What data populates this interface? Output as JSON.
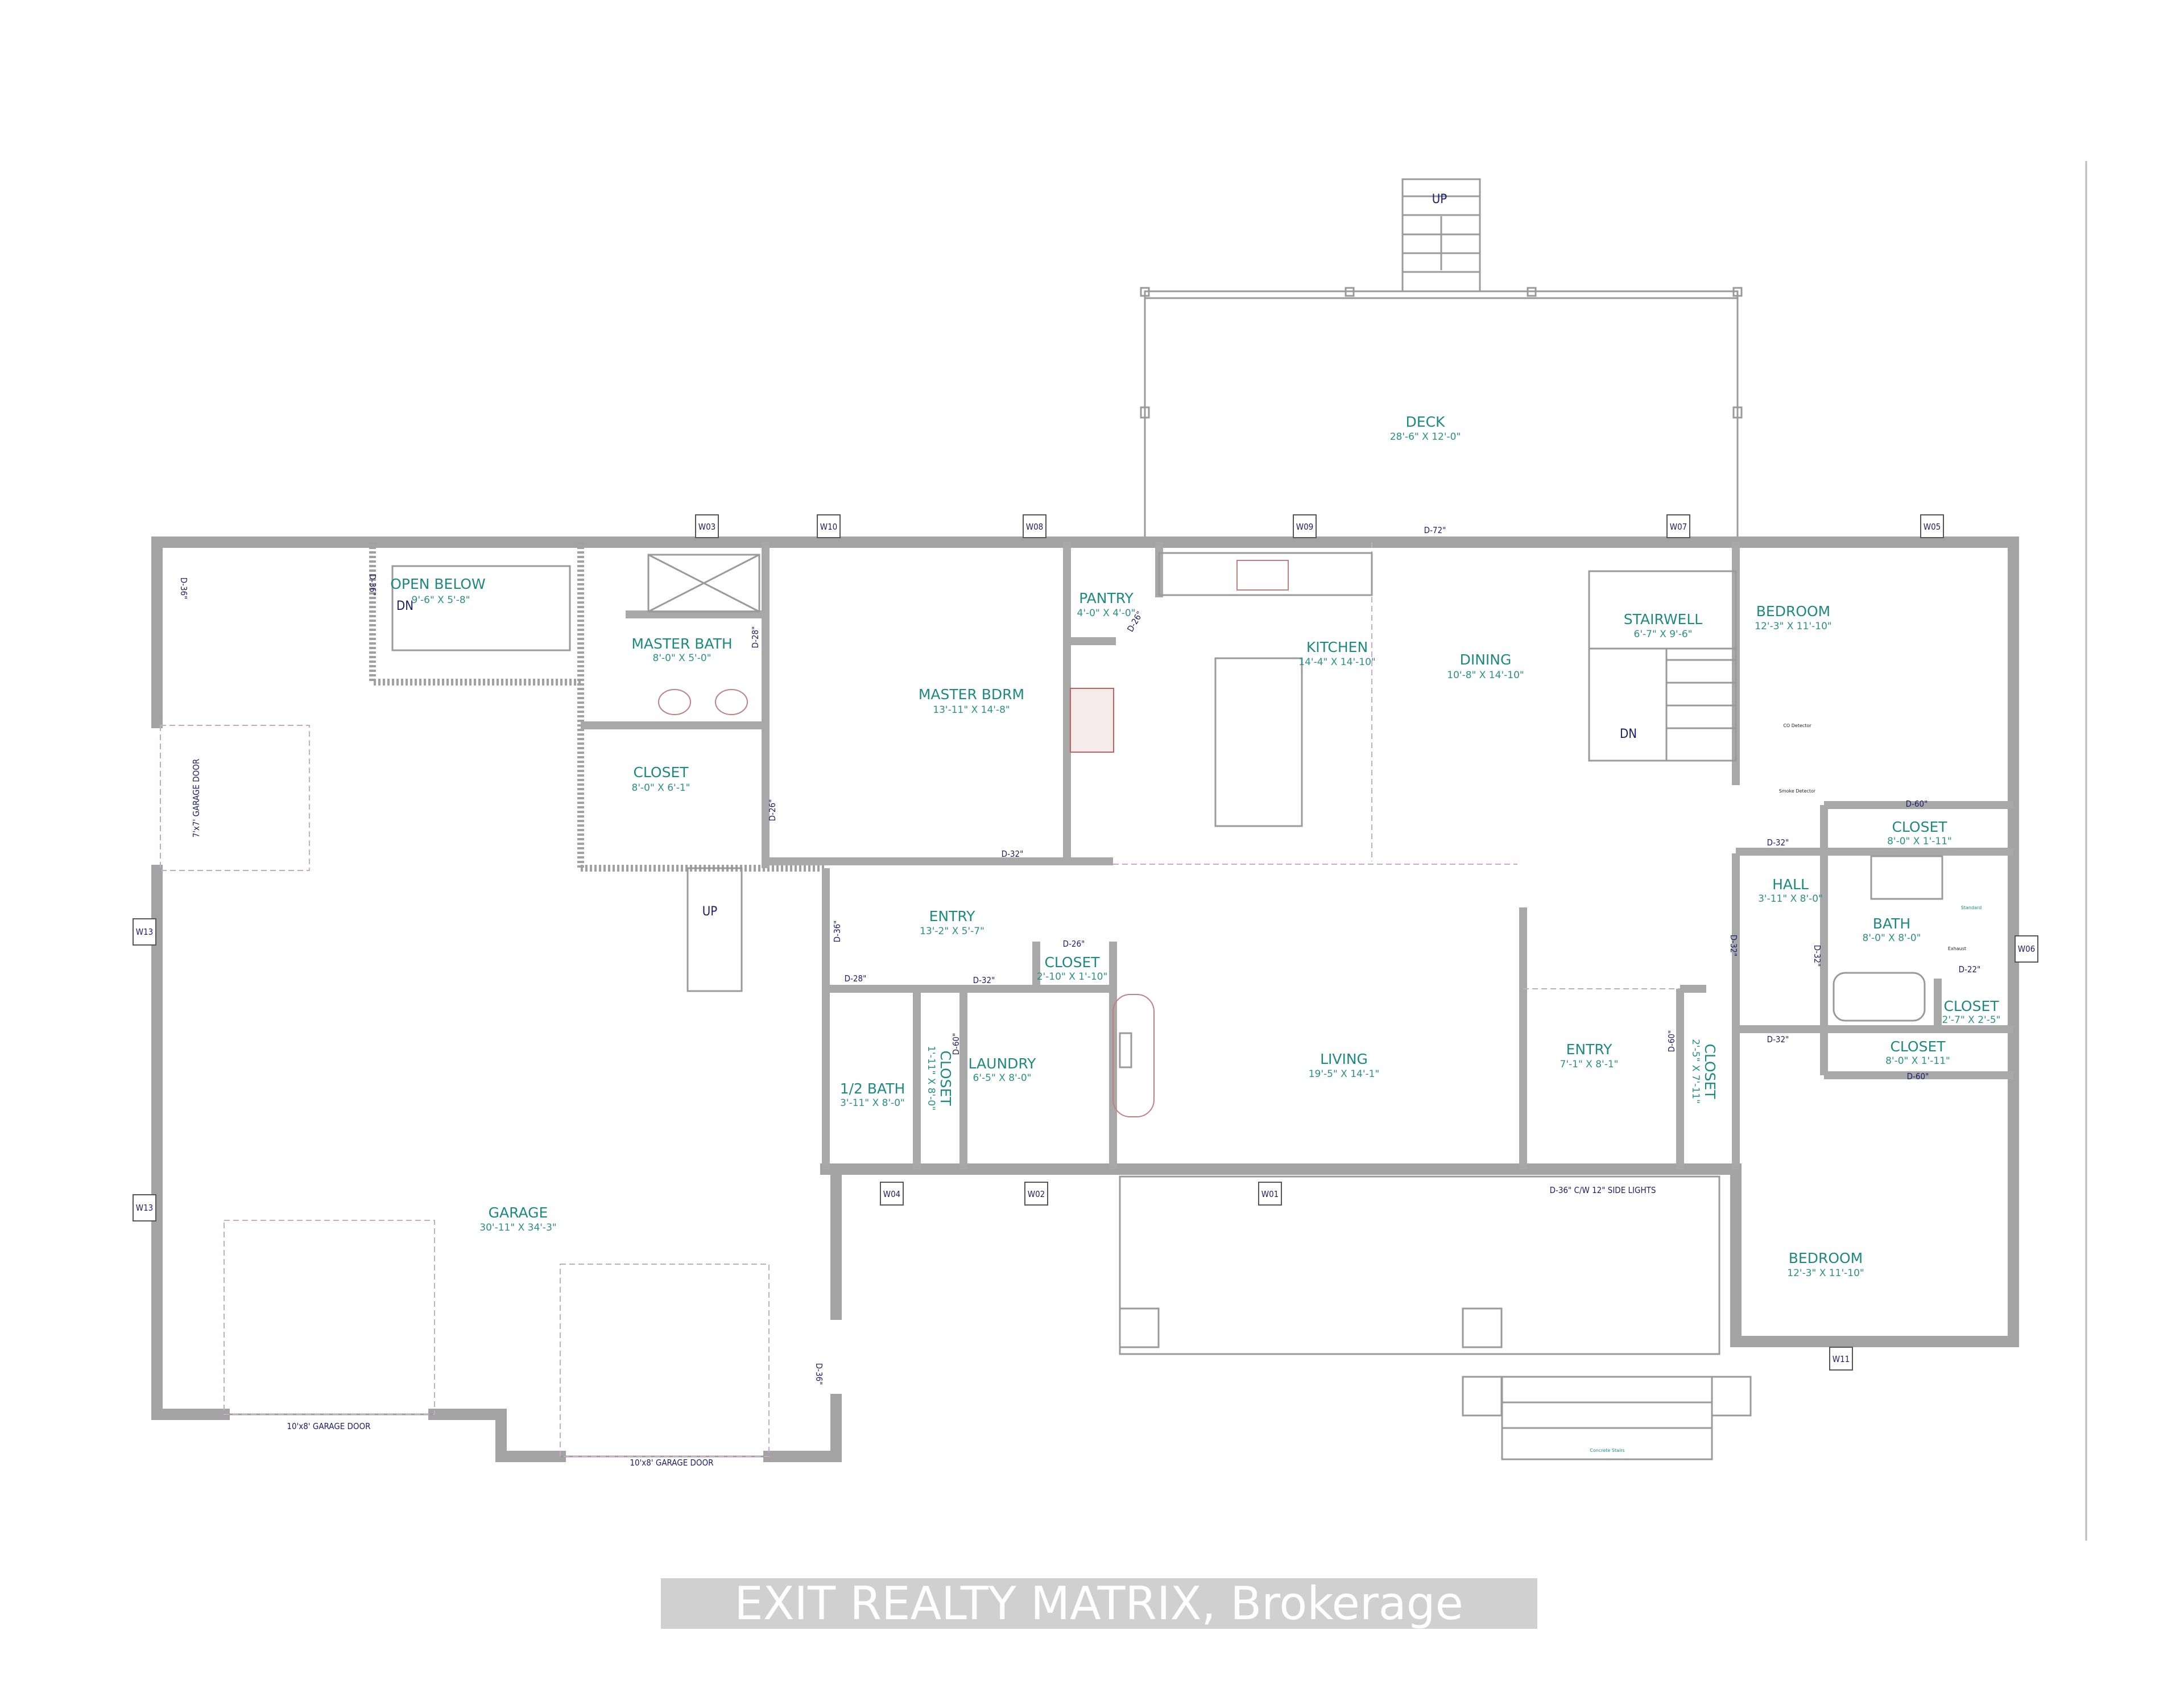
{
  "rooms": {
    "open_below": {
      "name": "OPEN BELOW",
      "dims": "9'-6\" X 5'-8\""
    },
    "master_bath": {
      "name": "MASTER BATH",
      "dims": "8'-0\" X 5'-0\""
    },
    "master_closet": {
      "name": "CLOSET",
      "dims": "8'-0\" X 6'-1\""
    },
    "master_bdrm": {
      "name": "MASTER BDRM",
      "dims": "13'-11\" X 14'-8\""
    },
    "pantry": {
      "name": "PANTRY",
      "dims": "4'-0\" X 4'-0\""
    },
    "kitchen": {
      "name": "KITCHEN",
      "dims": "14'-4\" X 14'-10\""
    },
    "dining": {
      "name": "DINING",
      "dims": "10'-8\" X 14'-10\""
    },
    "stairwell": {
      "name": "STAIRWELL",
      "dims": "6'-7\" X 9'-6\""
    },
    "bedroom_1": {
      "name": "BEDROOM",
      "dims": "12'-3\" X 11'-10\""
    },
    "closet_b1": {
      "name": "CLOSET",
      "dims": "8'-0\" X 1'-11\""
    },
    "hall": {
      "name": "HALL",
      "dims": "3'-11\" X 8'-0\""
    },
    "bath": {
      "name": "BATH",
      "dims": "8'-0\" X 8'-0\""
    },
    "closet_small": {
      "name": "CLOSET",
      "dims": "2'-7\" X 2'-5\""
    },
    "closet_b2": {
      "name": "CLOSET",
      "dims": "8'-0\" X 1'-11\""
    },
    "bedroom_2": {
      "name": "BEDROOM",
      "dims": "12'-3\" X 11'-10\""
    },
    "entry_1": {
      "name": "ENTRY",
      "dims": "13'-2\" X 5'-7\""
    },
    "entry_closet": {
      "name": "CLOSET",
      "dims": "2'-10\" X 1'-10\""
    },
    "laundry": {
      "name": "LAUNDRY",
      "dims": "6'-5\" X 8'-0\""
    },
    "half_bath": {
      "name": "1/2 BATH",
      "dims": "3'-11\" X 8'-0\""
    },
    "laundry_closet": {
      "name": "CLOSET",
      "dims": "1'-11\" X 8'-0\""
    },
    "living": {
      "name": "LIVING",
      "dims": "19'-5\" X 14'-1\""
    },
    "entry_2": {
      "name": "ENTRY",
      "dims": "7'-1\" X 8'-1\""
    },
    "entry2_closet": {
      "name": "CLOSET",
      "dims": "2'-5\" X 7'-11\""
    },
    "garage": {
      "name": "GARAGE",
      "dims": "30'-11\" X 34'-3\""
    },
    "deck": {
      "name": "DECK",
      "dims": "28'-6\" X 12'-0\""
    }
  },
  "windows": [
    "W03",
    "W10",
    "W08",
    "W09",
    "W07",
    "W05",
    "W06",
    "W13",
    "W13",
    "W04",
    "W02",
    "W01",
    "W11"
  ],
  "doors": {
    "d_garage_side": "D-36\"",
    "d_open_below": "D-36\"",
    "d_master_bath": "D-28\"",
    "d_master_closet": "D-26\"",
    "d_master_bdrm": "D-32\"",
    "d_pantry": "D-26\"",
    "d_deck": "D-72\"",
    "d_entry": "D-36\"",
    "d_entry_closet": "D-26\"",
    "d_half_bath": "D-28\"",
    "d_laundry": "D-32\"",
    "d_laundry_closet": "D-60\"",
    "d_bed1": "D-32\"",
    "d_bed1_closet": "D-60\"",
    "d_hall": "D-32\"",
    "d_bath": "D-32\"",
    "d_small_closet": "D-22\"",
    "d_bed2": "D-32\"",
    "d_bed2_closet": "D-60\"",
    "d_entry2_closet": "D-60\"",
    "d_front": "D-36\" C/W 12\" SIDE LIGHTS",
    "d_garage_rear": "D-36\""
  },
  "annotations": {
    "garage_door_side": "7'x7' GARAGE DOOR",
    "garage_door_1": "10'x8' GARAGE DOOR",
    "garage_door_2": "10'x8' GARAGE DOOR",
    "deck_stairs": "UP",
    "garage_stairs": "UP",
    "open_below_dn": "DN",
    "stairwell_dn": "DN",
    "concrete_stairs": "Concrete Stairs",
    "co_detector": "CO Detector",
    "smoke_detector": "Smoke Detector",
    "standard": "Standard",
    "exhaust": "Exhaust"
  },
  "watermark": "EXIT REALTY MATRIX, Brokerage",
  "colors": {
    "room_text": "#1d8a80",
    "label_text": "#1c1c6a",
    "walls": "#a3a3a3"
  }
}
